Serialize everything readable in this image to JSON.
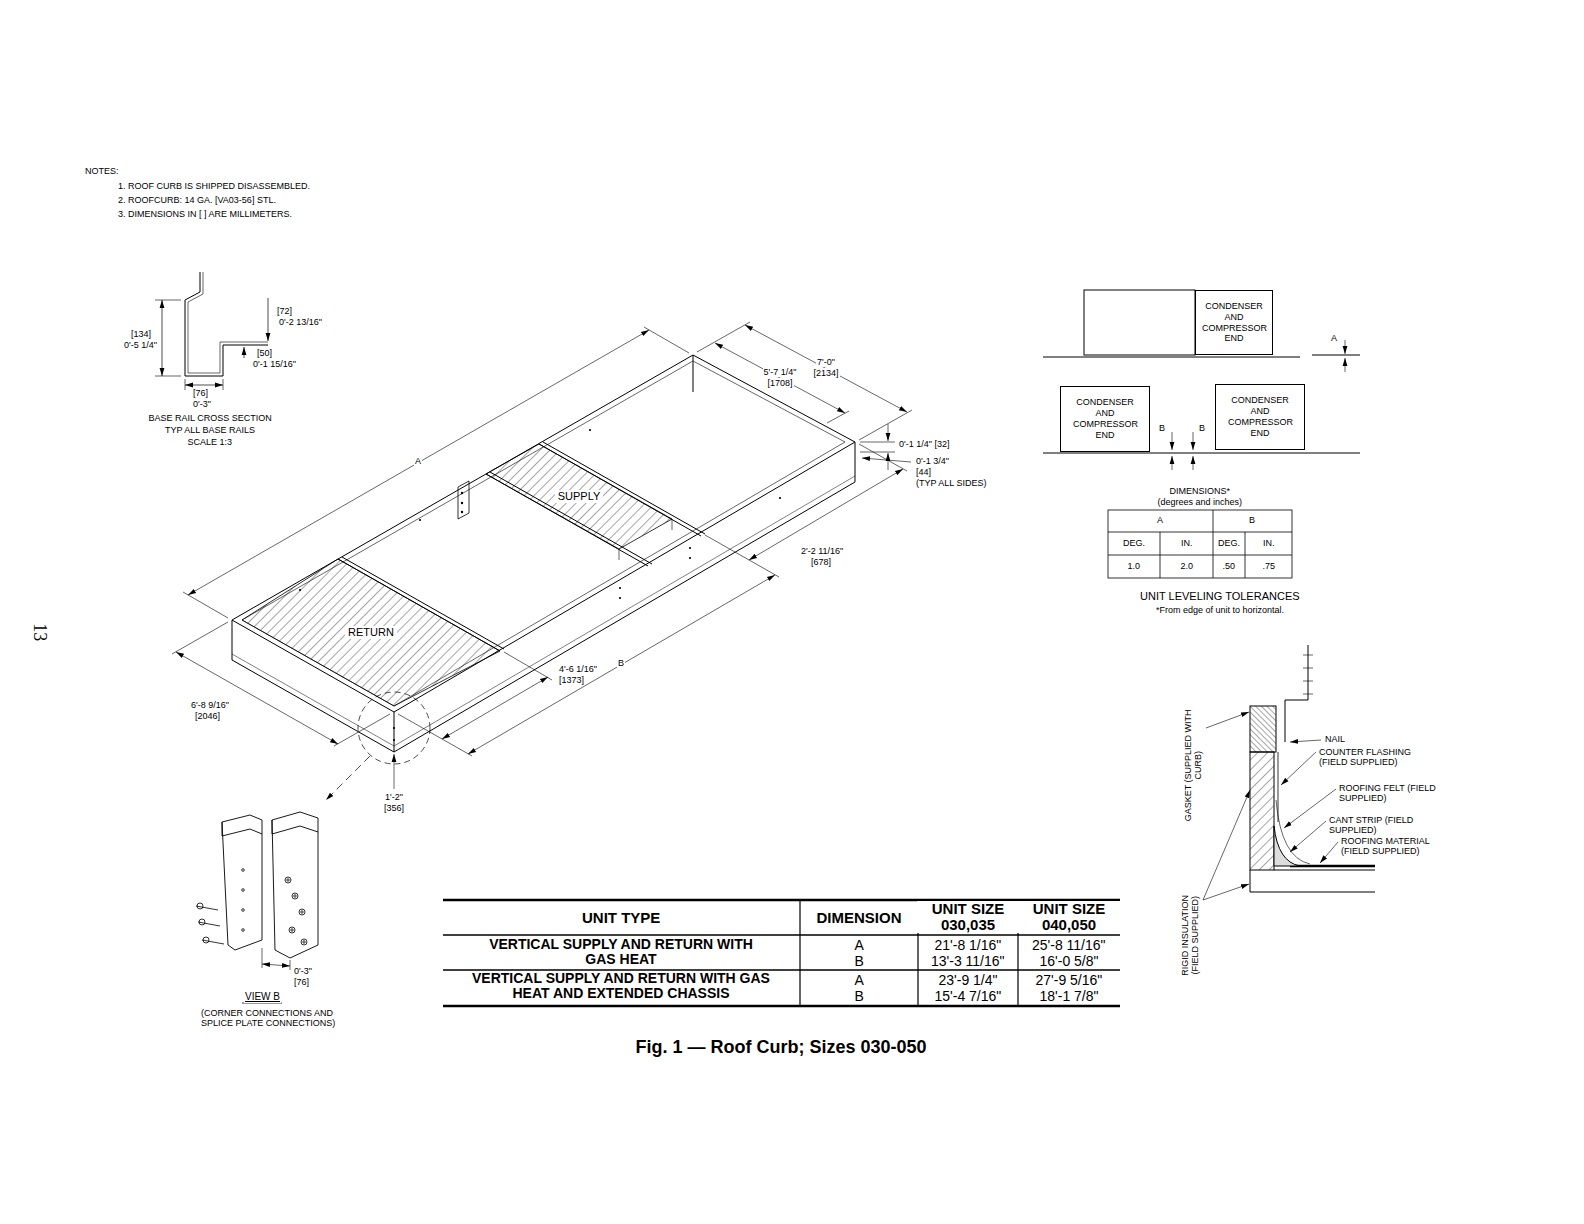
{
  "diagram": {
    "caption": "Fig. 1 — Roof Curb; Sizes 030-050",
    "nodes": [
      {
        "text": [
          "CONDENSER AND COMPRESSOR END"
        ]
      },
      {
        "text": [
          "CONDENSER AND COMPRESSOR END"
        ]
      },
      {
        "text": [
          "CONDENSER AND COMPRESSOR END"
        ]
      },
      {
        "text": [
          "SUPPLY"
        ]
      },
      {
        "text": [
          "RETURN"
        ]
      }
    ],
    "labels": [
      "NOTES:",
      "1. ROOF CURB IS SHIPPED DISASSEMBLED.",
      "2. ROOFCURB: 14 GA. [VA03-56] STL.",
      "3. DIMENSIONS IN [ ] ARE MILLIMETERS.",
      "[134]",
      "0'-5 1/4\"",
      "[72]",
      "0'-2 13/16\"",
      "[50]",
      "0'-1 15/16\"",
      "[76]",
      "0'-3\"",
      "BASE RAIL CROSS SECTION",
      "TYP ALL BASE RAILS",
      "SCALE 1:3",
      "A",
      "5'-7 1/4\"",
      "[1708]",
      "7'-0\"",
      "[2134]",
      "0'-1 1/4\" [32]",
      "0'-1 3/4\"",
      "[44]",
      "(TYP ALL SIDES)",
      "2'-2 11/16\"",
      "[678]",
      "B",
      "4'-6 1/16\"",
      "[1373]",
      "6'-8 9/16\"",
      "[2046]",
      "1'-2\"",
      "[356]",
      "0'-3\"",
      "[76]",
      "VIEW B",
      "(CORNER CONNECTIONS AND SPLICE PLATE CONNECTIONS)",
      "A",
      "B",
      "B",
      "DIMENSIONS*",
      "(degrees and inches)",
      "A",
      "B",
      "DEG.",
      "IN.",
      "DEG.",
      "IN.",
      "1.0",
      "2.0",
      ".50",
      ".75",
      "UNIT LEVELING TOLERANCES",
      "*From edge of unit to horizontal.",
      "GASKET (SUPPLIED WITH CURB)",
      "NAIL",
      "COUNTER FLASHING (FIELD SUPPLIED)",
      "ROOFING FELT (FIELD SUPPLIED)",
      "CANT STRIP (FIELD SUPPLIED)",
      "ROOFING MATERIAL (FIELD SUPPLIED)",
      "RIGID INSULATION (FIELD SUPPLIED)",
      "UNIT TYPE",
      "DIMENSION",
      "UNIT SIZE 030,035",
      "UNIT SIZE 040,050",
      "VERTICAL SUPPLY AND RETURN WITH GAS HEAT",
      "A",
      "B",
      "21'-8 1/16\"",
      "13'-3 11/16\"",
      "25'-8 11/16\"",
      "16'-0 5/8\"",
      "VERTICAL SUPPLY AND RETURN WITH GAS HEAT AND EXTENDED CHASSIS",
      "A",
      "B",
      "23'-9 1/4\"",
      "15'-4 7/16\"",
      "27'-9 5/16\"",
      "18'-1 7/8\"",
      "13"
    ]
  }
}
